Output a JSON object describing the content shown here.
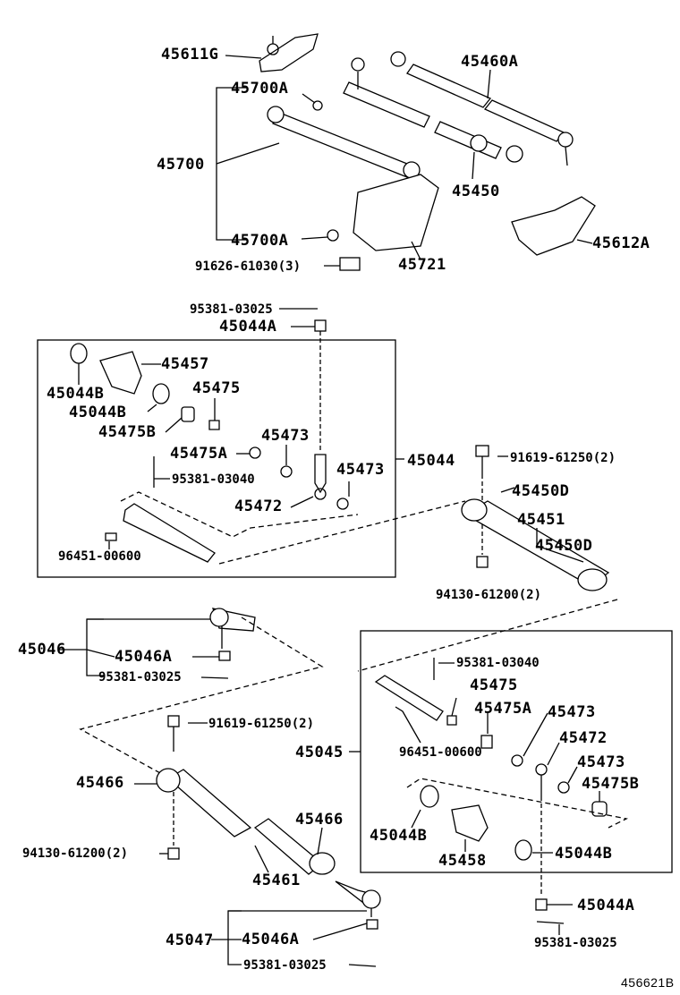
{
  "diagram_id": "456621B",
  "labels": [
    "45611G",
    "45460A",
    "45700A",
    "45700",
    "45450",
    "45700A",
    "45612A",
    "91626-61030(3)",
    "45721",
    "95381-03025",
    "45044A",
    "45457",
    "45475",
    "45044B",
    "45044B",
    "45475B",
    "45475A",
    "45473",
    "95381-03040",
    "45473",
    "45044",
    "91619-61250(2)",
    "45472",
    "45450D",
    "45451",
    "45450D",
    "96451-00600",
    "94130-61200(2)",
    "45046",
    "45046A",
    "95381-03025",
    "95381-03040",
    "45475",
    "45475A",
    "45473",
    "91619-61250(2)",
    "45045",
    "96451-00600",
    "45472",
    "45473",
    "45475B",
    "45466",
    "45466",
    "45044B",
    "45044B",
    "45458",
    "94130-61200(2)",
    "45461",
    "45044A",
    "45047",
    "45046A",
    "95381-03025",
    "95381-03025"
  ]
}
